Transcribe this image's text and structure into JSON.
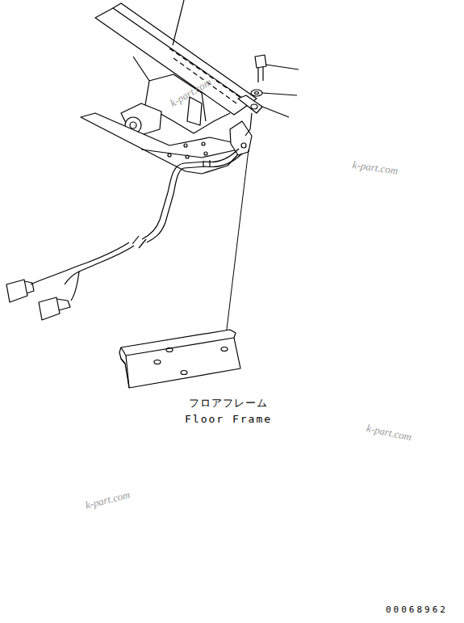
{
  "diagram": {
    "labels": [
      "k-part.com",
      "k-part.com",
      "フロアフレーム",
      "Floor Frame",
      "k-part.com",
      "k-part.com",
      "00068962"
    ]
  }
}
